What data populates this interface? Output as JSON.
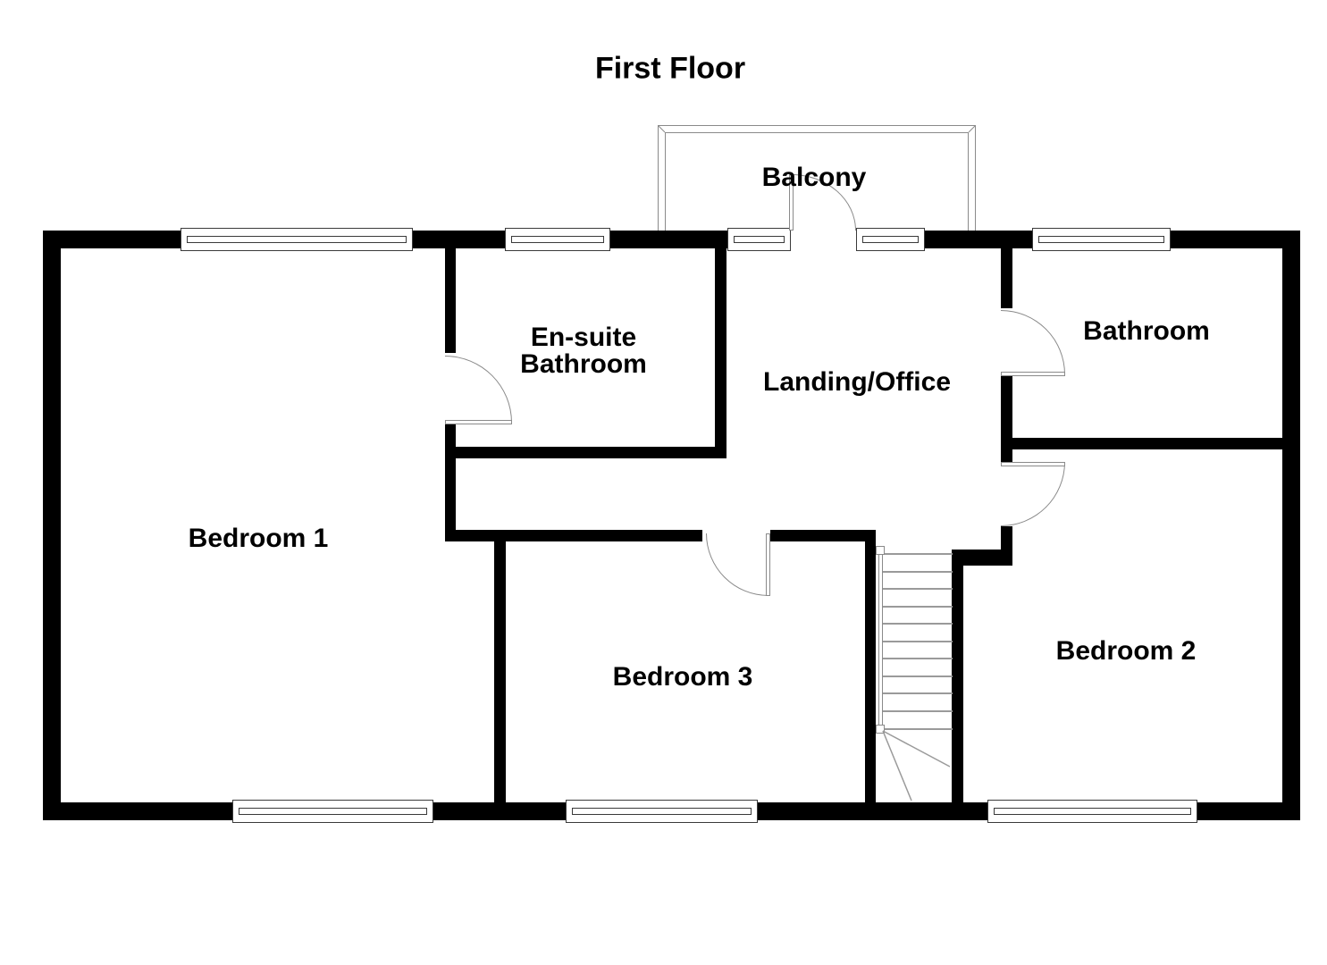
{
  "labels": {
    "title": "First Floor",
    "balcony": "Balcony",
    "ensuite_line1": "En-suite",
    "ensuite_line2": "Bathroom",
    "landing": "Landing/Office",
    "bathroom": "Bathroom",
    "bedroom1": "Bedroom 1",
    "bedroom2": "Bedroom 2",
    "bedroom3": "Bedroom 3"
  },
  "colors": {
    "wall": "#000000",
    "thin_line": "#8a8a8a",
    "background": "#ffffff",
    "text": "#000000"
  }
}
